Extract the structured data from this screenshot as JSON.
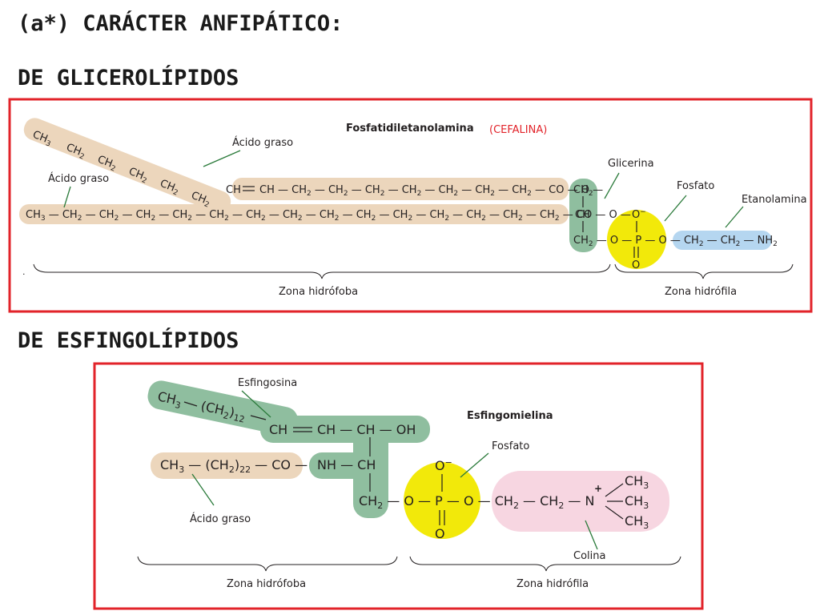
{
  "headings": {
    "title": "(a*) CARÁCTER ANFIPÁTICO:",
    "glycero": "DE GLICEROLÍPIDOS",
    "sphingo": "DE ESFINGOLÍPIDOS"
  },
  "glycerolipid": {
    "name": "Fosfatidiletanolamina",
    "alias": "(CEFALINA)",
    "labels": {
      "fatty_acid_upper": "Ácido graso",
      "fatty_acid_lower": "Ácido graso",
      "glycerol": "Glicerina",
      "phosphate": "Fosfato",
      "ethanolamine": "Etanolamina",
      "hydrophobic": "Zona hidrófoba",
      "hydrophilic": "Zona hidrófila"
    },
    "stray_mark": "."
  },
  "sphingolipid": {
    "name": "Esfingomielina",
    "labels": {
      "sphingosine": "Esfingosina",
      "phosphate": "Fosfato",
      "fatty_acid": "Ácido graso",
      "choline": "Colina",
      "hydrophobic": "Zona hidrófoba",
      "hydrophilic": "Zona hidrófila"
    }
  },
  "colors": {
    "frame": "#e2232a",
    "fatty_acid": "#ecd6bc",
    "glycerol": "#8fbe9f",
    "phosphate": "#f2e90a",
    "ethanolamine": "#b5d6f0",
    "choline": "#f7d6e1",
    "title_red": "#e2232a"
  }
}
